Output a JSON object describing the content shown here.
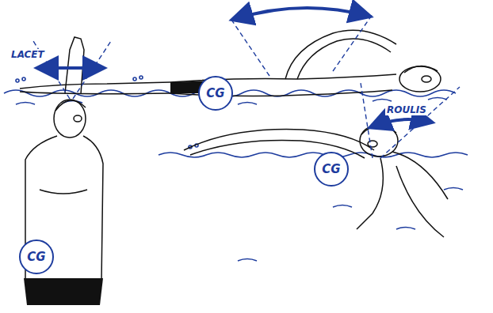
{
  "diagram": {
    "nodes": [
      {
        "text": [
          "CG"
        ]
      },
      {
        "text": [
          "CG"
        ]
      },
      {
        "text": [
          "CG"
        ]
      }
    ],
    "labels": [
      "LACET",
      "ROULIS"
    ]
  }
}
